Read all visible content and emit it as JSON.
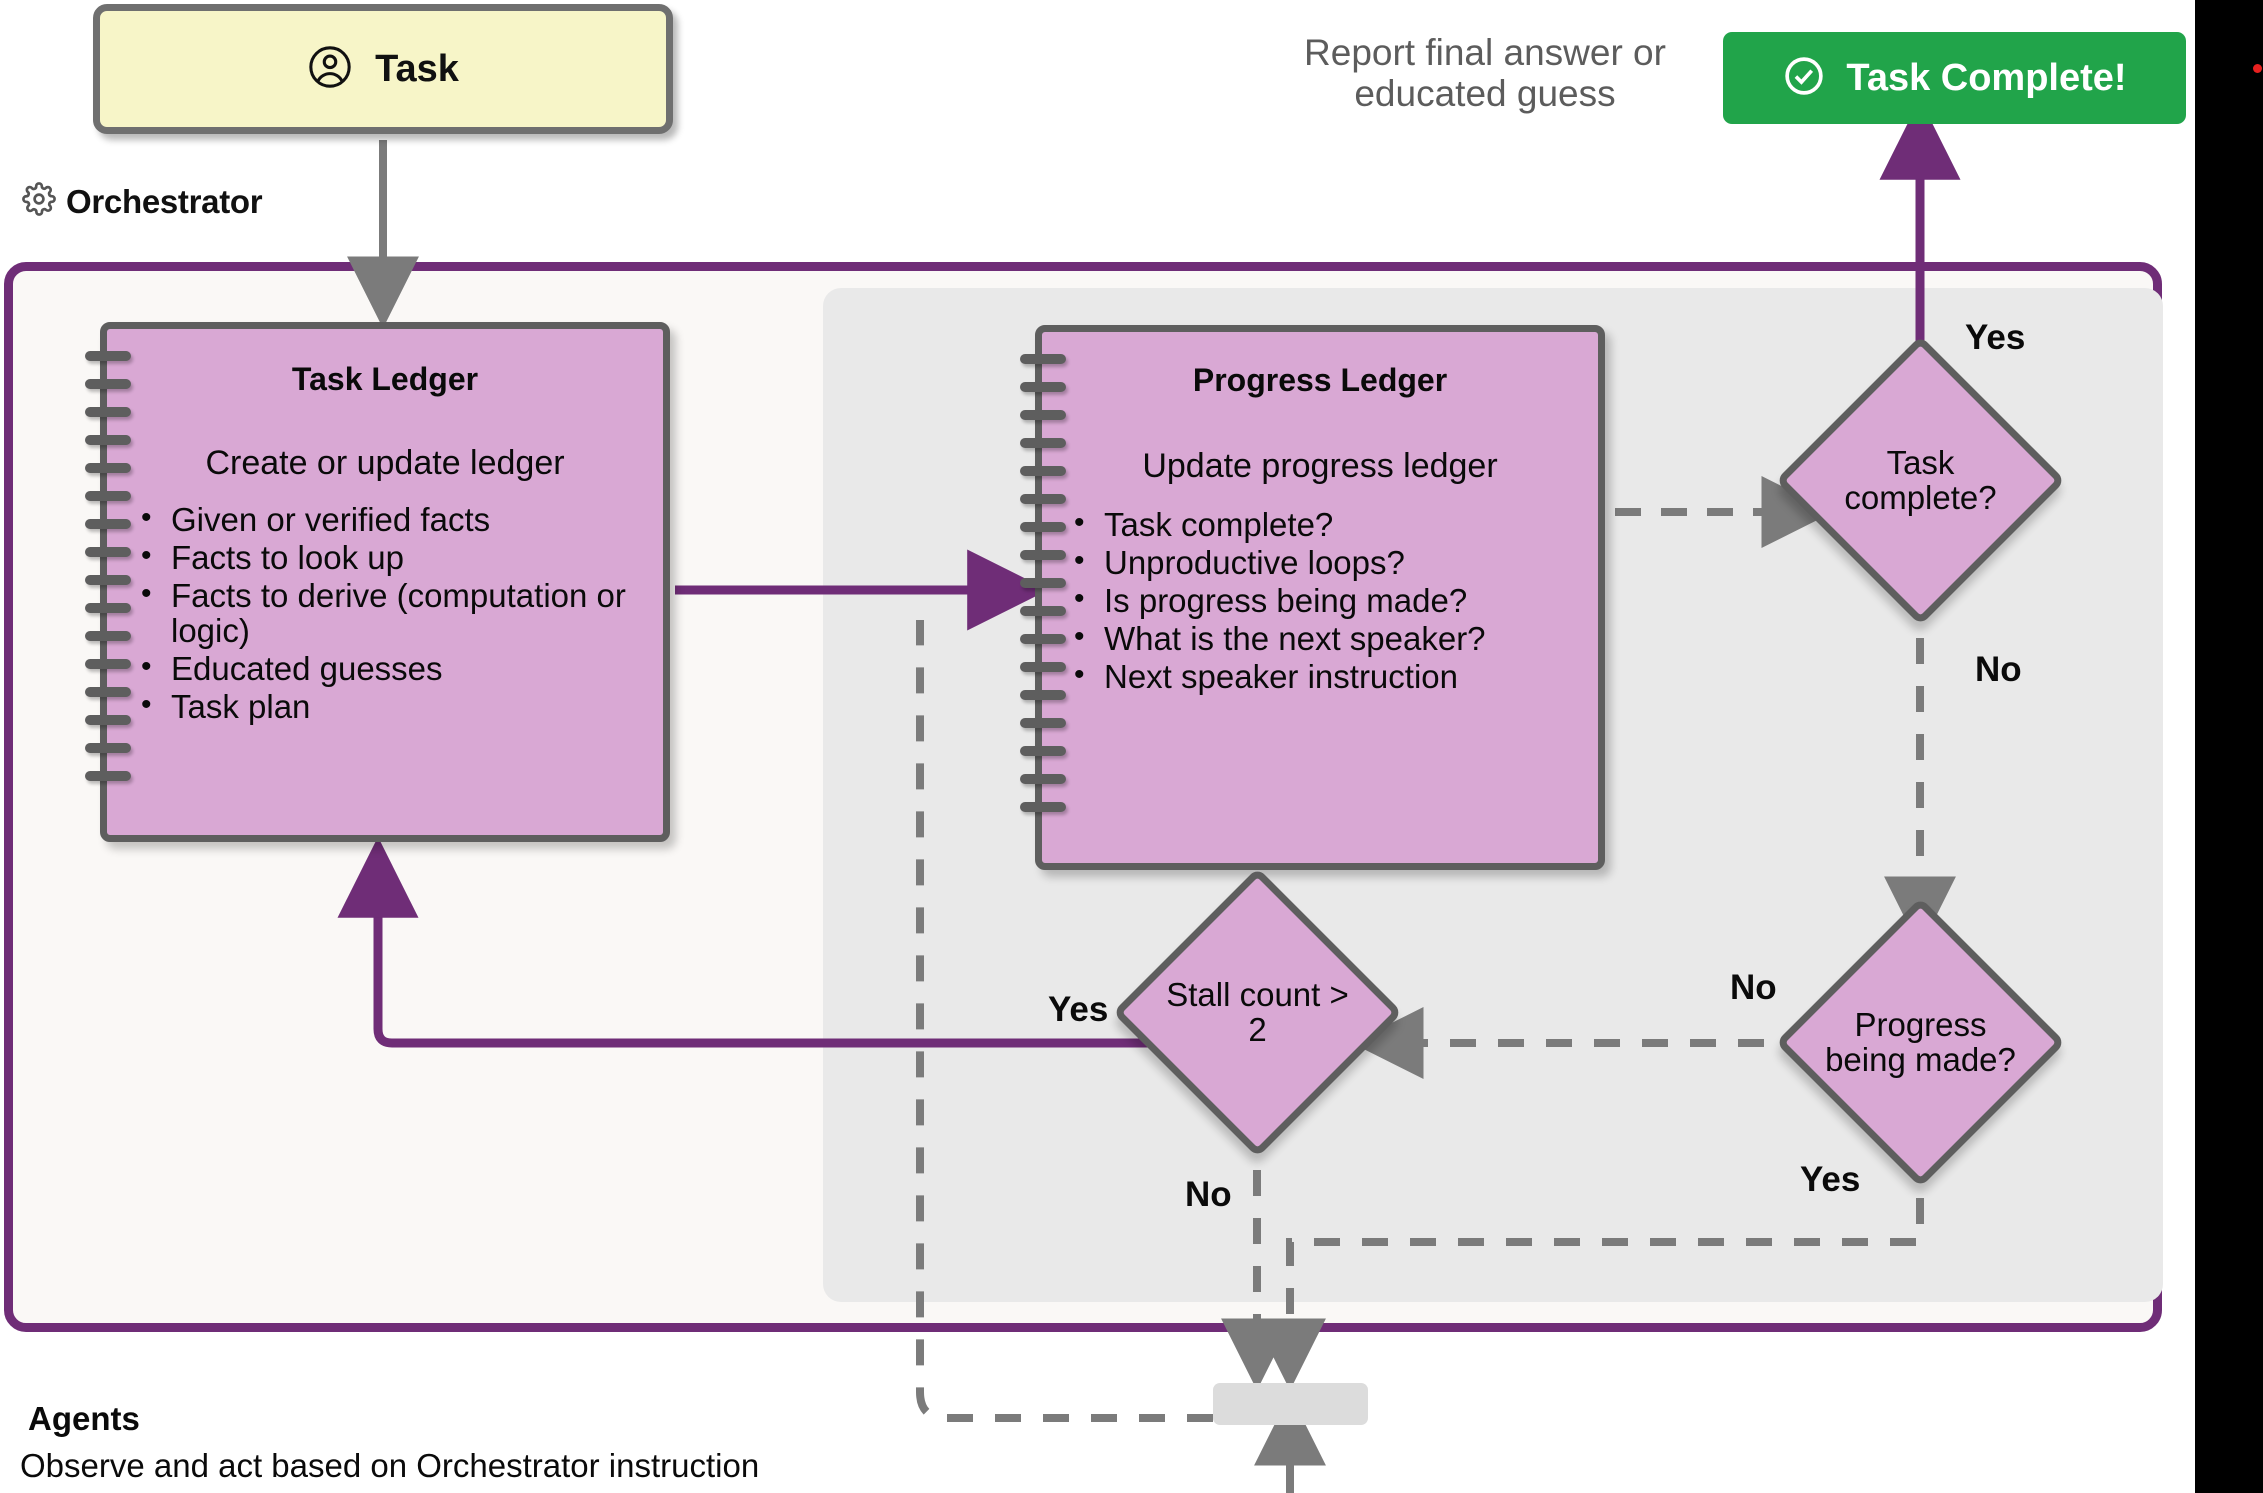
{
  "diagram": {
    "title": "Magentic-One Orchestrator flow",
    "colors": {
      "purple": "#6f2d77",
      "ledger_fill": "#d9a8d4",
      "ledger_stroke": "#5e5e5e",
      "task_fill": "#f7f5c8",
      "complete_green": "#21a44a",
      "panel_gray": "#e9e9e9",
      "canvas": "#faf8f6",
      "dashed_gray": "#808080"
    }
  },
  "task_card": {
    "label": "Task",
    "icon": "user-circle-icon"
  },
  "orchestrator": {
    "label": "Orchestrator",
    "icon": "gear-icon"
  },
  "report_caption": {
    "line1": "Report final answer or",
    "line2": "educated guess"
  },
  "complete_badge": {
    "label": "Task Complete!",
    "icon": "check-circle-icon"
  },
  "task_ledger": {
    "title": "Task Ledger",
    "subtitle": "Create or update ledger",
    "items": [
      "Given or verified facts",
      "Facts to look up",
      "Facts to derive (computation or logic)",
      "Educated guesses",
      "Task plan"
    ]
  },
  "progress_ledger": {
    "title": "Progress Ledger",
    "subtitle": "Update progress ledger",
    "items": [
      "Task complete?",
      "Unproductive loops?",
      "Is progress being made?",
      "What is the next speaker?",
      "Next speaker instruction"
    ]
  },
  "decisions": {
    "task_complete": {
      "label": "Task complete?",
      "yes": "Yes",
      "no": "No"
    },
    "progress_made": {
      "label": "Progress being made?",
      "yes": "Yes",
      "no": "No"
    },
    "stall_count": {
      "label": "Stall count > 2",
      "yes": "Yes",
      "no": "No"
    }
  },
  "agents": {
    "title": "Agents",
    "subtitle": "Observe and act based on Orchestrator instruction"
  }
}
